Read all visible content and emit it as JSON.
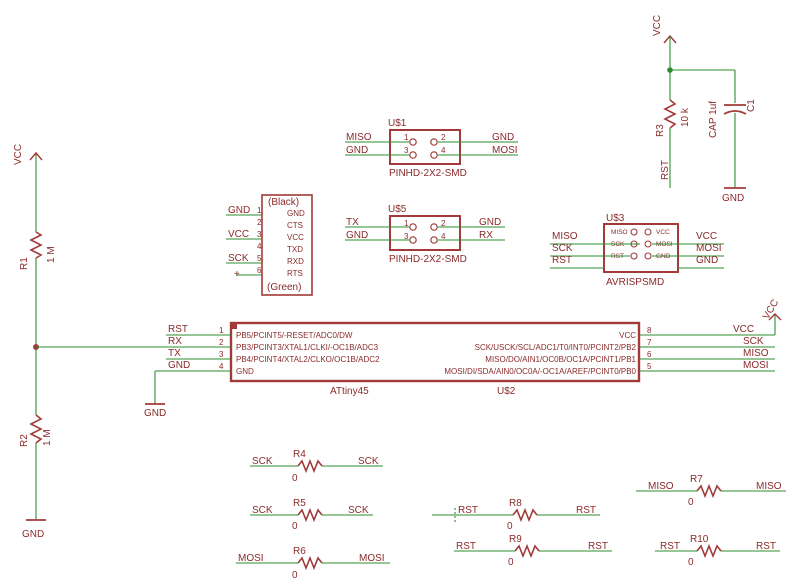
{
  "colors": {
    "wire": "#2e8b2e",
    "part": "#a23a3a",
    "text": "#8b2a2a",
    "background": "#ffffff"
  },
  "left_rail": {
    "vcc": "VCC",
    "r1_name": "R1",
    "r1_value": "1 M",
    "r2_name": "R2",
    "r2_value": "1 M",
    "gnd": "GND"
  },
  "cap_section": {
    "vcc": "VCC",
    "r3_name": "R3",
    "r3_value": "10 k",
    "rst": "RST",
    "cap_name": "C1",
    "cap_value": "CAP 1uf",
    "gnd": "GND"
  },
  "u1": {
    "name": "U$1",
    "package": "PINHD-2X2-SMD",
    "pins": [
      "1",
      "2",
      "3",
      "4"
    ],
    "nets_left": [
      "MISO",
      "GND"
    ],
    "nets_right": [
      "GND",
      "MOSI"
    ]
  },
  "u5": {
    "name": "U$5",
    "package": "PINHD-2X2-SMD",
    "pins": [
      "1",
      "2",
      "3",
      "4"
    ],
    "nets_left": [
      "TX",
      "GND"
    ],
    "nets_right": [
      "GND",
      "RX"
    ]
  },
  "ftdi": {
    "top": "(Black)",
    "bottom": "(Green)",
    "pins": [
      "GND",
      "CTS",
      "VCC",
      "TXD",
      "RXD",
      "RTS"
    ],
    "pin_numbers": [
      "1",
      "2",
      "3",
      "4",
      "5",
      "6"
    ],
    "nets": [
      "GND",
      "",
      "VCC",
      "",
      "SCK",
      "+"
    ]
  },
  "u3": {
    "name": "U$3",
    "package": "AVRISPSMD",
    "pins_left": [
      "MISO",
      "SCK",
      "RST"
    ],
    "pins_right": [
      "VCC",
      "MOSI",
      "GND"
    ],
    "nets_left": [
      "MISO",
      "SCK",
      "RST"
    ],
    "nets_right": [
      "VCC",
      "MOSI",
      "GND"
    ]
  },
  "u2": {
    "name": "U$2",
    "part": "ATtiny45",
    "left_pins": [
      "PB5/PCINT5/-RESET/ADC0/DW",
      "PB3/PCINT3/XTAL1/CLKI/-OC1B/ADC3",
      "PB4/PCINT4/XTAL2/CLKO/OC1B/ADC2",
      "GND"
    ],
    "left_nums": [
      "1",
      "2",
      "3",
      "4"
    ],
    "right_pins": [
      "VCC",
      "SCK/USCK/SCL/ADC1/T0/INT0/PCINT2/PB2",
      "MISO/DO/AIN1/OC0B/OC1A/PCINT1/PB1",
      "MOSI/DI/SDA/AIN0/OC0A/-OC1A/AREF/PCINT0/PB0"
    ],
    "right_nums": [
      "8",
      "7",
      "6",
      "5"
    ],
    "left_nets": [
      "RST",
      "RX",
      "TX",
      "GND"
    ],
    "right_nets": [
      "VCC",
      "SCK",
      "MISO",
      "MOSI"
    ],
    "vcc_symbol": "VCC",
    "gnd_symbol": "GND"
  },
  "resistors": [
    {
      "name": "R4",
      "value": "0",
      "left": "SCK",
      "right": "SCK"
    },
    {
      "name": "R5",
      "value": "0",
      "left": "SCK",
      "right": "SCK"
    },
    {
      "name": "R6",
      "value": "0",
      "left": "MOSI",
      "right": "MOSI"
    },
    {
      "name": "R8",
      "value": "0",
      "left": "RST",
      "right": "RST"
    },
    {
      "name": "R9",
      "value": "0",
      "left": "RST",
      "right": "RST"
    },
    {
      "name": "R7",
      "value": "0",
      "left": "MISO",
      "right": "MISO"
    },
    {
      "name": "R10",
      "value": "0",
      "left": "RST",
      "right": "RST"
    }
  ]
}
